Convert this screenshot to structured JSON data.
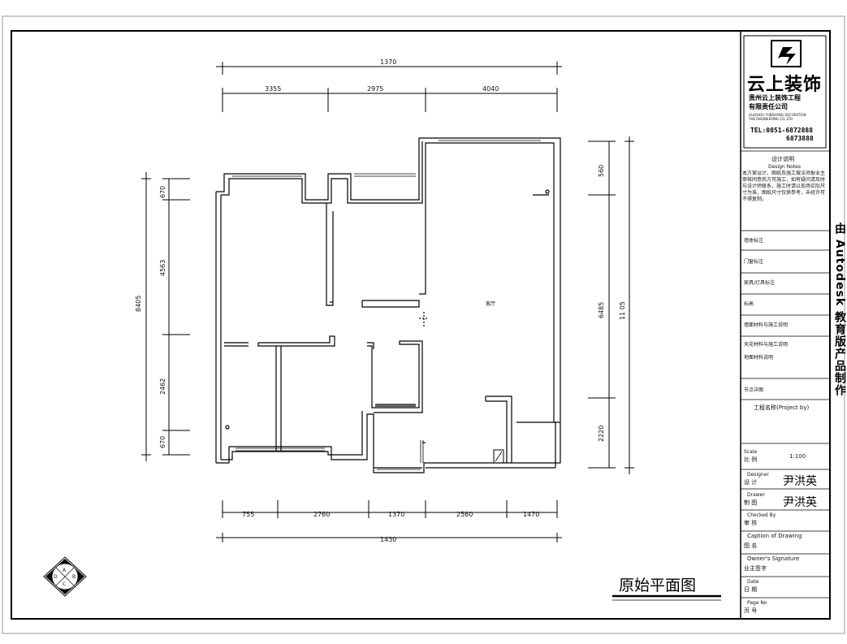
{
  "dimensions": {
    "top_total": "1370",
    "top_segments": [
      "3355",
      "2975",
      "4040"
    ],
    "bottom_total": "1430",
    "bottom_segments": [
      "755",
      "2760",
      "1370",
      "2560",
      "1470"
    ],
    "left_total": "8405",
    "left_segments": [
      "670",
      "4563",
      "2462",
      "670"
    ],
    "right_total": "11 05",
    "right_segments": [
      "560",
      "6485",
      "2220"
    ]
  },
  "room_label": "客厅",
  "compass": {
    "top": "A",
    "left": "D",
    "right": "B",
    "bottom": "C"
  },
  "drawing_title": "原始平面图",
  "watermark": "由 Autodesk 教育版产品制作",
  "title_block": {
    "company_name": "云上装饰",
    "company_sub1": "贵州云上装饰工程",
    "company_sub2": "有限责任公司",
    "company_en1": "GUIZHOU YUNSHANG DECORATION",
    "company_en2": "THE ENGINEERING CO.,LTD",
    "tel": "TEL:0851-6872888",
    "tel2": "6873888",
    "design_notes_title": "设计说明",
    "design_notes_en": "Design Notes",
    "design_notes_body": "本方案设计，图纸及施工做法须报业主审核同意后方可施工，如有疑问请及时与设计师联系，施工时请以现场实际尺寸为准，图纸尺寸仅供参考，未经许可不得复制。",
    "rows": [
      "墙体标注",
      "门窗标注",
      "家具/灯具标注",
      "标高",
      "墙面材料与施工说明",
      "天花材料与施工说明",
      "地面材料说明",
      "节点详图"
    ],
    "project_label": "工程名称(Project by)",
    "scale_en": "Scale",
    "scale_label": "比 例",
    "scale_value": "1:100",
    "design_en": "Designer",
    "design_label": "设 计",
    "designer_name": "尹洪英",
    "drawn_en": "Drawer",
    "drawn_label": "制 图",
    "drawer_name": "尹洪英",
    "checked_en": "Checked By",
    "checked_label": "审 核",
    "caption_en": "Caption of Drawing",
    "caption_label": "图 名",
    "owner_en": "Owner's Signature",
    "owner_label": "业主签字",
    "date_en": "Date",
    "date_label": "日 期",
    "page_en": "Page No",
    "page_label": "页 号"
  }
}
